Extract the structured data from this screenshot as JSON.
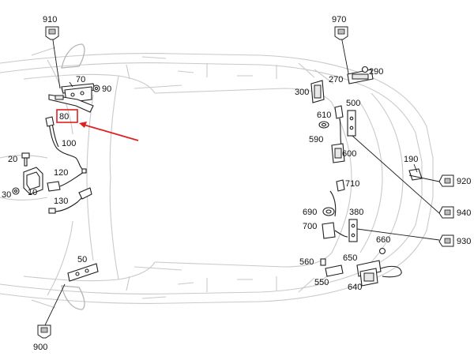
{
  "diagram": {
    "accent_color": "#e02020",
    "highlighted_part": "80",
    "labels": {
      "p910": "910",
      "p970": "970",
      "p70": "70",
      "p90": "90",
      "p80": "80",
      "p100": "100",
      "p20": "20",
      "p120": "120",
      "p30": "30",
      "p10": "10",
      "p130": "130",
      "p50": "50",
      "p900": "900",
      "p290": "290",
      "p270": "270",
      "p300": "300",
      "p500": "500",
      "p610": "610",
      "p590": "590",
      "p600": "600",
      "p190": "190",
      "p920": "920",
      "p710": "710",
      "p690": "690",
      "p380": "380",
      "p940": "940",
      "p700": "700",
      "p660": "660",
      "p930": "930",
      "p560": "560",
      "p650": "650",
      "p550": "550",
      "p640": "640"
    }
  }
}
